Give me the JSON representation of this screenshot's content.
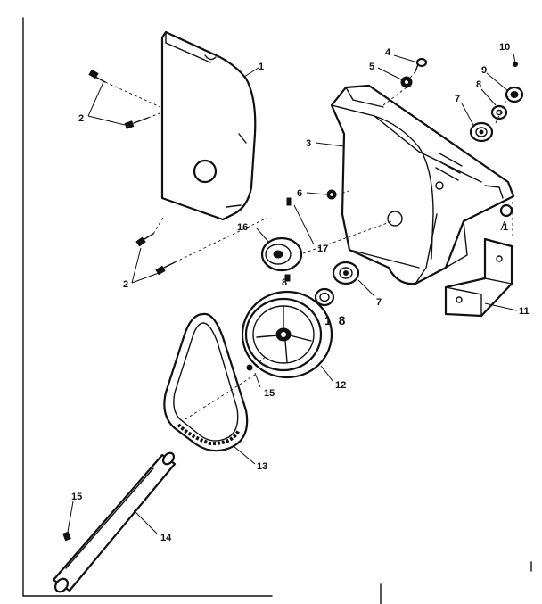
{
  "callouts": {
    "c1": "1",
    "c2a": "2",
    "c2b": "2",
    "c3": "3",
    "c4": "4",
    "c5": "5",
    "c6": "6",
    "c7a": "7",
    "c7b": "7",
    "c8": "8",
    "c9": "9",
    "c10": "10",
    "c11": "11",
    "c12": "12",
    "c13": "13",
    "c14": "14",
    "c15a": "15",
    "c15b": "15",
    "c16": "16",
    "c17": "17",
    "c18": "1 8",
    "c1b": "1",
    "c8b": "8"
  }
}
